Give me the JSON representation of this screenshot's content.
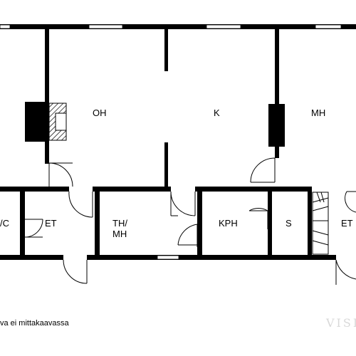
{
  "rooms": {
    "oh": "OH",
    "k": "K",
    "mh": "MH",
    "wc": "/C",
    "et_left": "ET",
    "th_mh": "TH/\nMH",
    "kph": "KPH",
    "s": "S",
    "et_right": "ET"
  },
  "note": "va ei mittakaavassa",
  "watermark": "VISIO",
  "colors": {
    "wall": "#000000",
    "window": "#ffffff",
    "background": "#ffffff"
  }
}
